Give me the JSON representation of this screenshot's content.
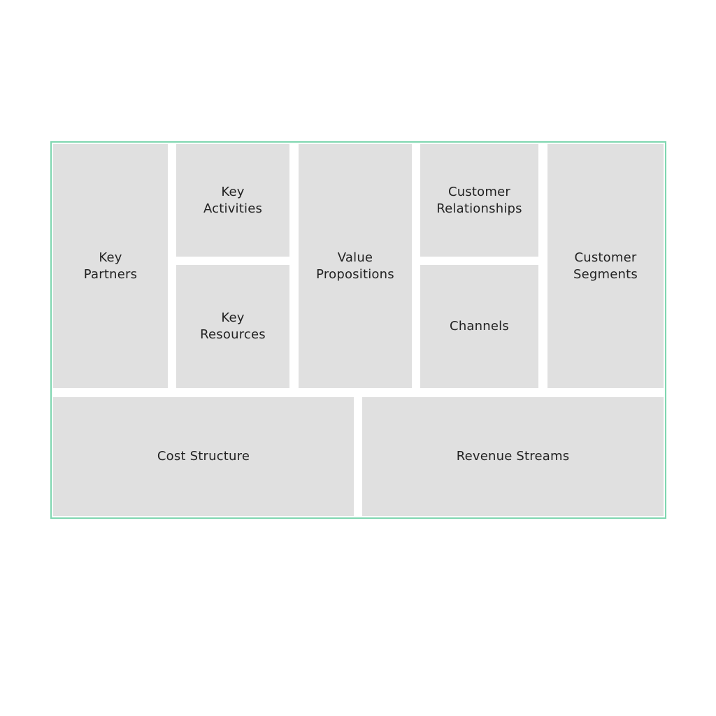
{
  "colors": {
    "frame_border": "#7fd6b0",
    "block_fill": "#e0e0e0",
    "text": "#222222",
    "background": "#ffffff"
  },
  "canvas": {
    "key_partners": "Key\nPartners",
    "key_activities": "Key\nActivities",
    "key_resources": "Key\nResources",
    "value_propositions": "Value\nPropositions",
    "customer_relationships": "Customer\nRelationships",
    "channels": "Channels",
    "customer_segments": "Customer\nSegments",
    "cost_structure": "Cost Structure",
    "revenue_streams": "Revenue Streams"
  }
}
